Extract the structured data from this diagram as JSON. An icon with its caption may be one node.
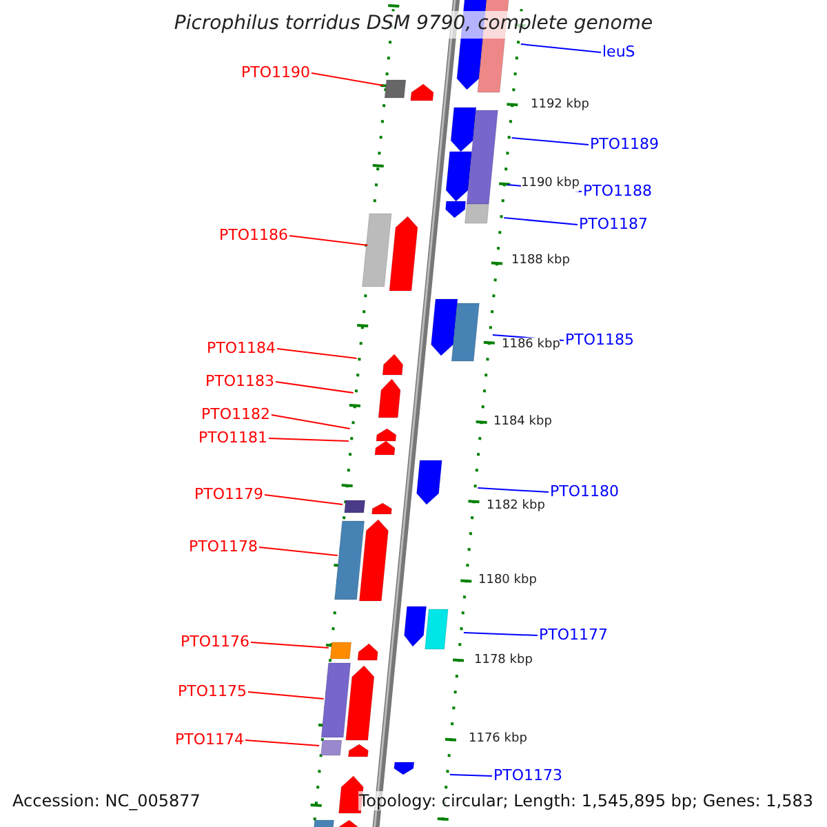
{
  "diagram": {
    "title": "Picrophilus torridus DSM 9790, complete genome",
    "nodes": [
      {
        "text": [
          "leuS"
        ]
      },
      {
        "text": [
          "PTO1190"
        ]
      },
      {
        "text": [
          "PTO1189"
        ]
      },
      {
        "text": [
          "PTO1188"
        ]
      },
      {
        "text": [
          "PTO1187"
        ]
      },
      {
        "text": [
          "PTO1186"
        ]
      },
      {
        "text": [
          "PTO1185"
        ]
      },
      {
        "text": [
          "PTO1184"
        ]
      },
      {
        "text": [
          "PTO1183"
        ]
      },
      {
        "text": [
          "PTO1182"
        ]
      },
      {
        "text": [
          "PTO1181"
        ]
      },
      {
        "text": [
          "PTO1180"
        ]
      },
      {
        "text": [
          "PTO1179"
        ]
      },
      {
        "text": [
          "PTO1178"
        ]
      },
      {
        "text": [
          "PTO1177"
        ]
      },
      {
        "text": [
          "PTO1176"
        ]
      },
      {
        "text": [
          "PTO1175"
        ]
      },
      {
        "text": [
          "PTO1174"
        ]
      },
      {
        "text": [
          "PTO1173"
        ]
      },
      {
        "text": [],
        "shape": "line"
      },
      {
        "text": [],
        "shape": "line"
      },
      {
        "text": [],
        "shape": "line"
      }
    ],
    "edges": [
      {
        "from": 0,
        "to": 21,
        "arrow": "none",
        "color": "#0000ff"
      },
      {
        "from": 1,
        "to": 19,
        "arrow": "none"
      },
      {
        "from": 2,
        "to": 21,
        "arrow": "none",
        "color": "#0000ff"
      },
      {
        "from": 3,
        "to": 21,
        "arrow": "none",
        "color": "#0000ff"
      },
      {
        "from": 4,
        "to": 21,
        "arrow": "none",
        "color": "#0000ff"
      },
      {
        "from": 5,
        "to": 19,
        "arrow": "none"
      },
      {
        "from": 6,
        "to": 21,
        "arrow": "none",
        "color": "#0000ff"
      },
      {
        "from": 7,
        "to": 19,
        "arrow": "none"
      },
      {
        "from": 8,
        "to": 19,
        "arrow": "none"
      },
      {
        "from": 9,
        "to": 19,
        "arrow": "none"
      },
      {
        "from": 10,
        "to": 19,
        "arrow": "none"
      },
      {
        "from": 11,
        "to": 21,
        "arrow": "none",
        "color": "#0000ff"
      },
      {
        "from": 12,
        "to": 19,
        "arrow": "none"
      },
      {
        "from": 13,
        "to": 19,
        "arrow": "none"
      },
      {
        "from": 14,
        "to": 21,
        "arrow": "none",
        "color": "#0000ff"
      },
      {
        "from": 15,
        "to": 19,
        "arrow": "none"
      },
      {
        "from": 16,
        "to": 19,
        "arrow": "none"
      },
      {
        "from": 17,
        "to": 19,
        "arrow": "none"
      },
      {
        "from": 18,
        "to": 21,
        "arrow": "none",
        "color": "#0000ff"
      }
    ],
    "labels": [
      "1192 kbp",
      "1190 kbp",
      "1188 kbp",
      "1186 kbp",
      "1184 kbp",
      "1182 kbp",
      "1180 kbp",
      "1178 kbp",
      "1176 kbp",
      "Accession: NC_005877",
      "Topology: circular; Length: 1,545,895 bp; Genes: 1,583"
    ]
  }
}
